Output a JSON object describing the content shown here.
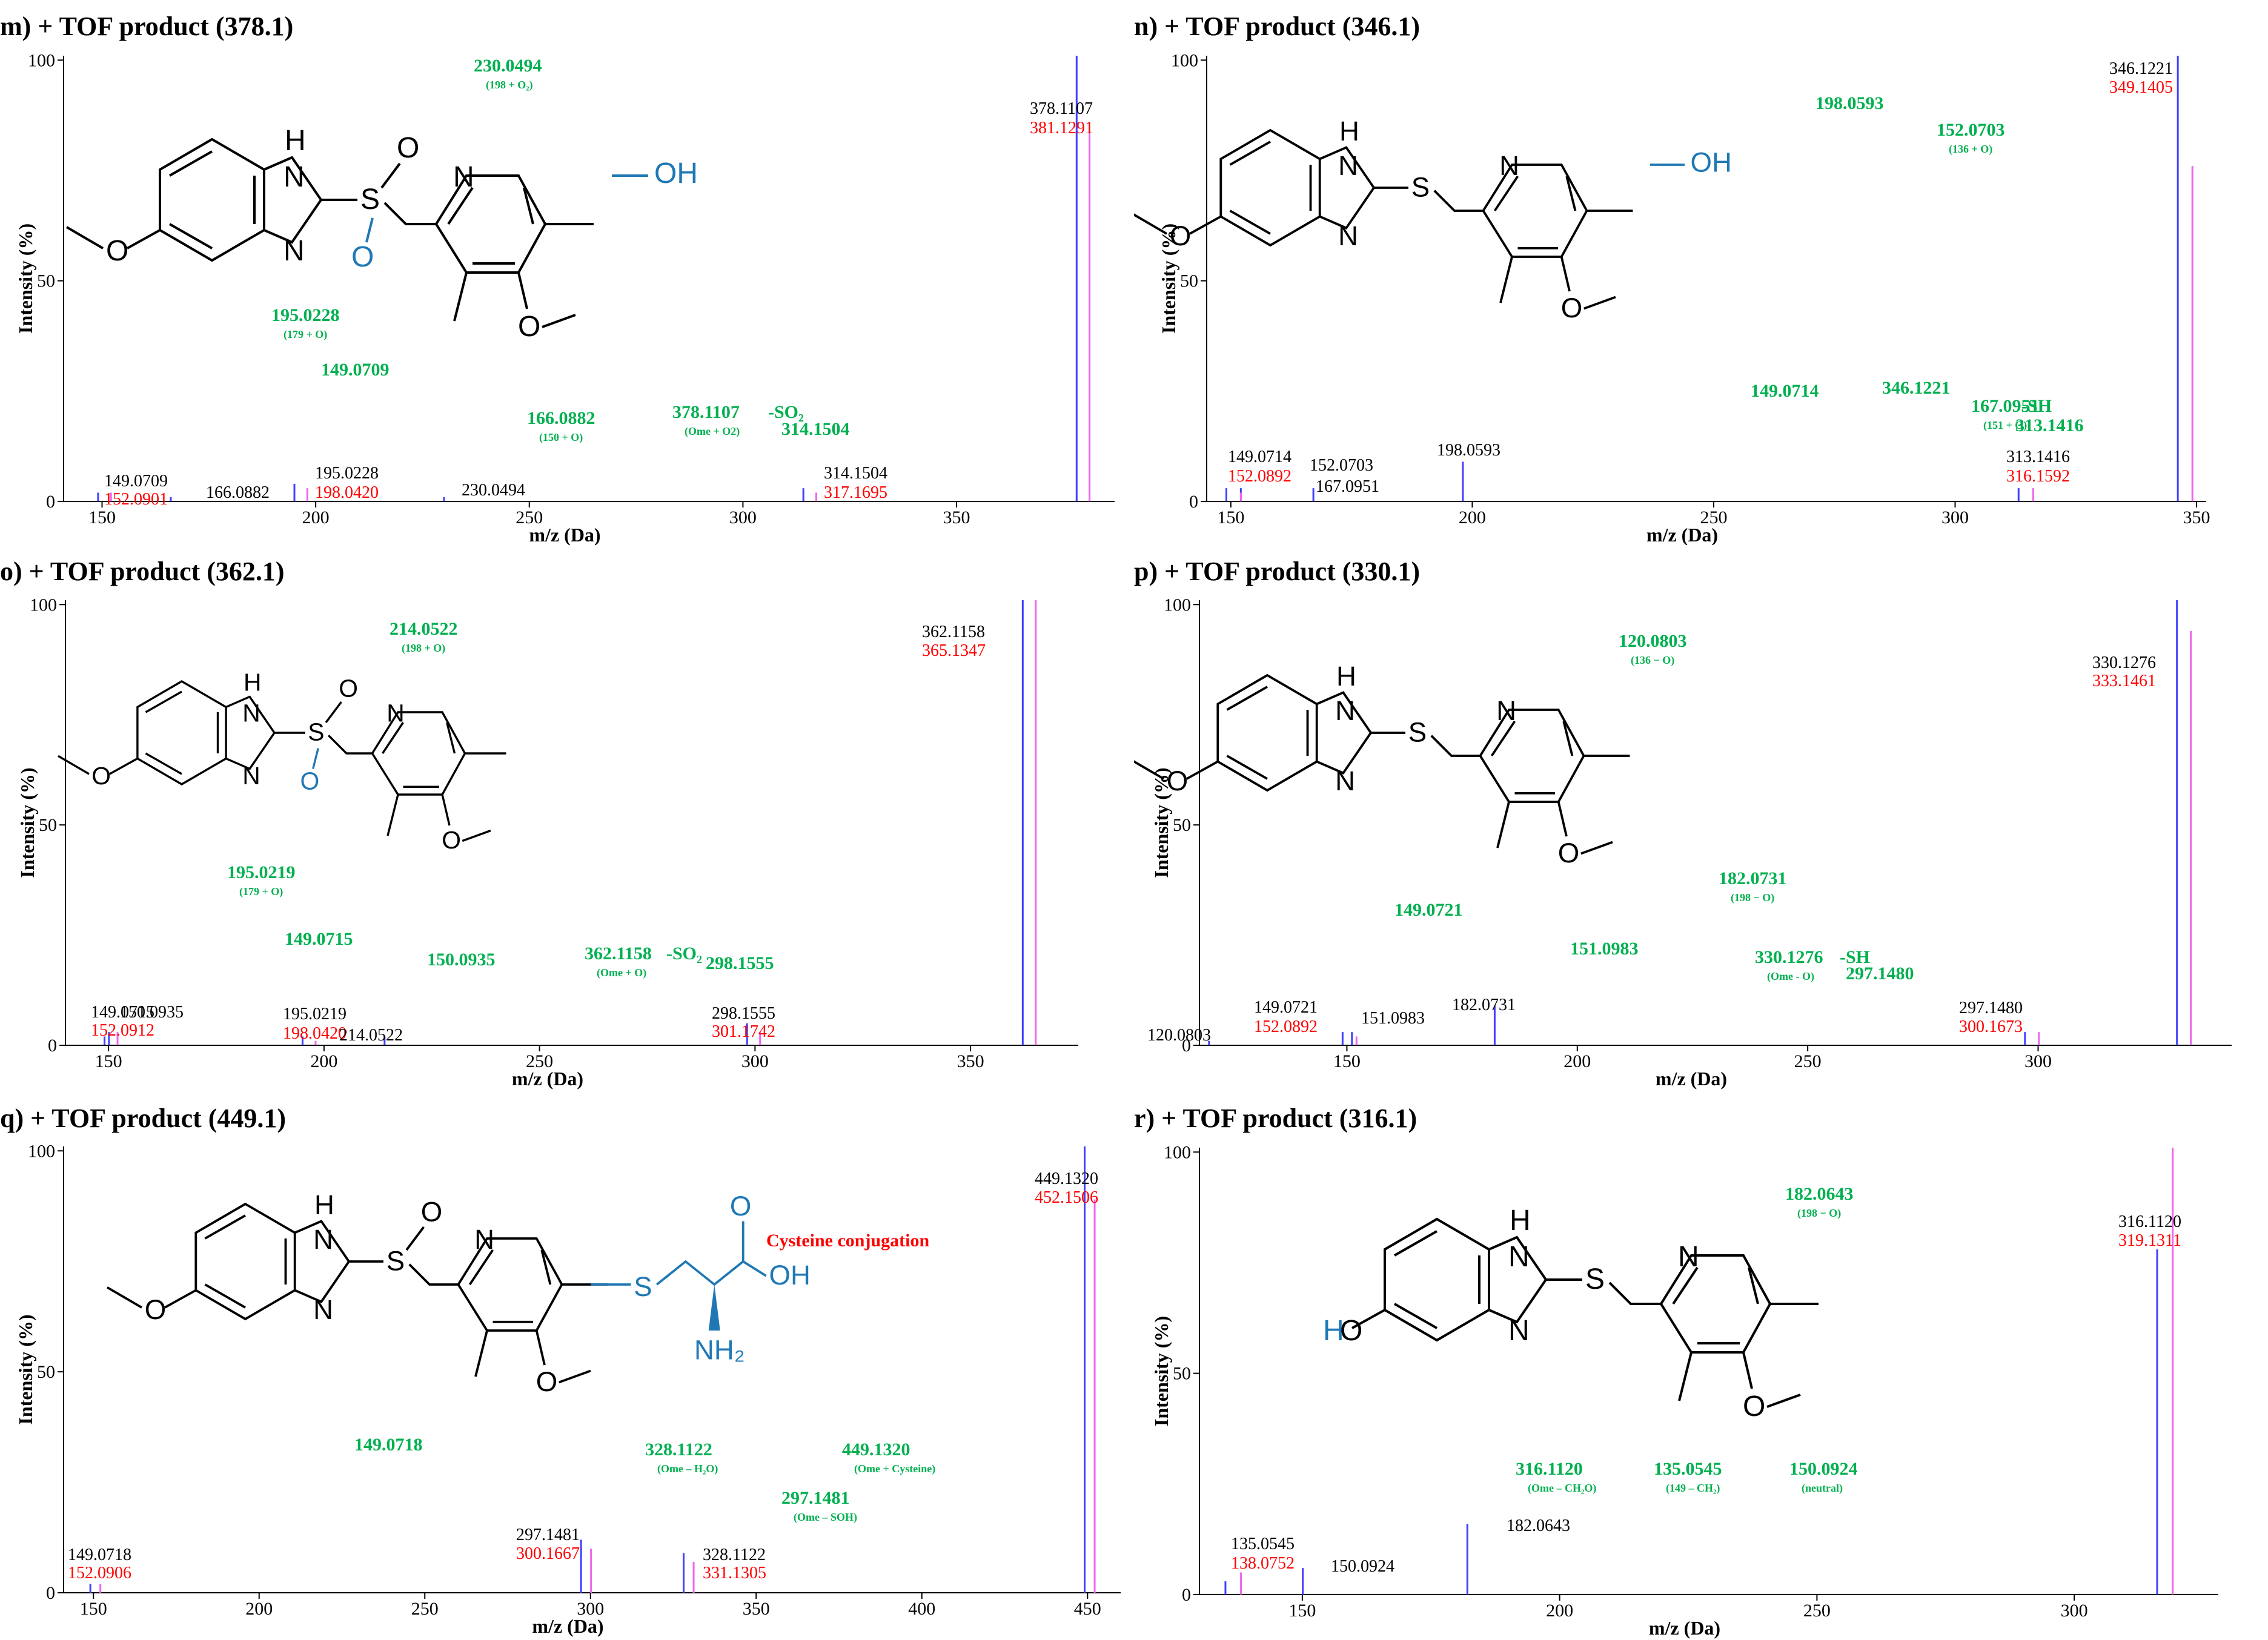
{
  "colors": {
    "blue": "#4040ff",
    "magenta": "#ee66ee",
    "green": "#00b050",
    "red": "#ff0000",
    "molblue": "#1f78b4"
  },
  "chart_data": [
    {
      "id": "m",
      "type": "bar",
      "title": "m) + TOF product (378.1)",
      "xlabel": "m/z (Da)",
      "ylabel": "Intensity (%)",
      "xlim": [
        141,
        387
      ],
      "ylim": [
        0,
        101
      ],
      "xticks": [
        150,
        200,
        250,
        300,
        350
      ],
      "yticks": [
        0,
        50,
        100
      ],
      "series": [
        {
          "values": [
            [
              149.0709,
              2
            ],
            [
              166.0882,
              1
            ],
            [
              195.0228,
              4
            ],
            [
              230.0494,
              1
            ],
            [
              314.1504,
              3
            ],
            [
              378.1107,
              101
            ]
          ]
        },
        {
          "values": [
            [
              152.0901,
              2
            ],
            [
              198.042,
              3
            ],
            [
              317.1695,
              2
            ],
            [
              381.1291,
              84
            ]
          ]
        }
      ],
      "labels": [
        {
          "x": 149.0709,
          "text": "149.0709",
          "color": "black"
        },
        {
          "x": 149.0709,
          "text": "152.0901",
          "color": "red"
        },
        {
          "x": 166.0882,
          "text": "166.0882",
          "color": "black"
        },
        {
          "x": 195.0228,
          "text": "195.0228",
          "color": "black"
        },
        {
          "x": 195.0228,
          "text": "198.0420",
          "color": "red"
        },
        {
          "x": 230.0494,
          "text": "230.0494",
          "color": "black"
        },
        {
          "x": 314.1504,
          "text": "314.1504",
          "color": "black"
        },
        {
          "x": 314.1504,
          "text": "317.1695",
          "color": "red"
        },
        {
          "x": 378.1107,
          "text": "378.1107",
          "color": "black"
        },
        {
          "x": 378.1107,
          "text": "381.1291",
          "color": "red"
        }
      ],
      "annotations": [
        {
          "text": "230.0494",
          "sub": "(198 + O₂)"
        },
        {
          "text": "195.0228",
          "sub": "(179 + O)"
        },
        {
          "text": "149.0709",
          "sub": ""
        },
        {
          "text": "166.0882",
          "sub": "(150 + O)"
        },
        {
          "text": "378.1107",
          "sub": "(Ome + O2)"
        },
        {
          "text": "-SO₂",
          "sub": ""
        },
        {
          "text": "314.1504",
          "sub": ""
        }
      ],
      "molecule": {
        "linker": "SO2",
        "atoms": [
          "H",
          "N",
          "N",
          "S",
          "O",
          "O",
          "N",
          "O",
          "O",
          "OH"
        ]
      }
    },
    {
      "id": "n",
      "type": "bar",
      "title": "n) + TOF product (346.1)",
      "xlabel": "m/z (Da)",
      "ylabel": "Intensity (%)",
      "xlim": [
        145,
        352
      ],
      "ylim": [
        0,
        101
      ],
      "xticks": [
        150,
        200,
        250,
        300,
        350
      ],
      "yticks": [
        0,
        50,
        100
      ],
      "series": [
        {
          "values": [
            [
              149.0714,
              3
            ],
            [
              152.0703,
              3
            ],
            [
              167.0951,
              3
            ],
            [
              198.0593,
              9
            ],
            [
              313.1416,
              3
            ],
            [
              346.1221,
              101
            ]
          ]
        },
        {
          "values": [
            [
              152.0892,
              2
            ],
            [
              316.1592,
              3
            ],
            [
              349.1405,
              76
            ]
          ]
        }
      ],
      "labels": [
        {
          "x": 149.0714,
          "text": "149.0714",
          "color": "black"
        },
        {
          "x": 149.0714,
          "text": "152.0892",
          "color": "red"
        },
        {
          "x": 152.0703,
          "text": "152.0703",
          "color": "black"
        },
        {
          "x": 167.0951,
          "text": "167.0951",
          "color": "black"
        },
        {
          "x": 198.0593,
          "text": "198.0593",
          "color": "black"
        },
        {
          "x": 313.1416,
          "text": "313.1416",
          "color": "black"
        },
        {
          "x": 313.1416,
          "text": "316.1592",
          "color": "red"
        },
        {
          "x": 346.1221,
          "text": "346.1221",
          "color": "black"
        },
        {
          "x": 346.1221,
          "text": "349.1405",
          "color": "red"
        }
      ],
      "annotations": [
        {
          "text": "198.0593",
          "sub": ""
        },
        {
          "text": "152.0703",
          "sub": "(136 + O)"
        },
        {
          "text": "149.0714",
          "sub": ""
        },
        {
          "text": "167.0951",
          "sub": "(151 + O)"
        },
        {
          "text": "346.1221",
          "sub": ""
        },
        {
          "text": "-SH",
          "sub": ""
        },
        {
          "text": "313.1416",
          "sub": ""
        }
      ],
      "molecule": {
        "linker": "S",
        "atoms": [
          "H",
          "N",
          "N",
          "S",
          "N",
          "O",
          "O",
          "OH"
        ]
      }
    },
    {
      "id": "o",
      "type": "bar",
      "title": "o) + TOF product (362.1)",
      "xlabel": "m/z (Da)",
      "ylabel": "Intensity (%)",
      "xlim": [
        140,
        375
      ],
      "ylim": [
        0,
        101
      ],
      "xticks": [
        150,
        200,
        250,
        300,
        350
      ],
      "yticks": [
        0,
        50,
        100
      ],
      "series": [
        {
          "values": [
            [
              149.0715,
              2
            ],
            [
              150.0935,
              3
            ],
            [
              195.0219,
              2
            ],
            [
              214.0522,
              2
            ],
            [
              298.1555,
              5
            ],
            [
              362.1158,
              101
            ]
          ]
        },
        {
          "values": [
            [
              152.0912,
              3
            ],
            [
              198.042,
              1
            ],
            [
              301.1742,
              3
            ],
            [
              365.1347,
              101
            ]
          ]
        }
      ],
      "labels": [
        {
          "x": 149.0715,
          "text": "149.0715",
          "color": "black"
        },
        {
          "x": 149.0715,
          "text": "152.0912",
          "color": "red"
        },
        {
          "x": 150.0935,
          "text": "150.0935",
          "color": "black"
        },
        {
          "x": 195.0219,
          "text": "195.0219",
          "color": "black"
        },
        {
          "x": 195.0219,
          "text": "198.0420",
          "color": "red"
        },
        {
          "x": 214.0522,
          "text": "214.0522",
          "color": "black"
        },
        {
          "x": 298.1555,
          "text": "298.1555",
          "color": "black"
        },
        {
          "x": 298.1555,
          "text": "301.1742",
          "color": "red"
        },
        {
          "x": 362.1158,
          "text": "362.1158",
          "color": "black"
        },
        {
          "x": 362.1158,
          "text": "365.1347",
          "color": "red"
        }
      ],
      "annotations": [
        {
          "text": "214.0522",
          "sub": "(198 + O)"
        },
        {
          "text": "195.0219",
          "sub": "(179 + O)"
        },
        {
          "text": "149.0715",
          "sub": ""
        },
        {
          "text": "150.0935",
          "sub": ""
        },
        {
          "text": "362.1158",
          "sub": "(Ome + O)"
        },
        {
          "text": "-SO₂",
          "sub": ""
        },
        {
          "text": "298.1555",
          "sub": ""
        }
      ],
      "molecule": {
        "linker": "SO2",
        "atoms": [
          "H",
          "N",
          "N",
          "S",
          "O",
          "O",
          "N",
          "O"
        ]
      }
    },
    {
      "id": "p",
      "type": "bar",
      "title": "p) + TOF product (330.1)",
      "xlabel": "m/z (Da)",
      "ylabel": "Intensity (%)",
      "xlim": [
        118,
        342
      ],
      "ylim": [
        0,
        101
      ],
      "xticks": [
        150,
        200,
        250,
        300
      ],
      "yticks": [
        0,
        50,
        100
      ],
      "series": [
        {
          "values": [
            [
              120.0803,
              1
            ],
            [
              149.0721,
              3
            ],
            [
              151.0983,
              3
            ],
            [
              182.0731,
              9
            ],
            [
              297.148,
              3
            ],
            [
              330.1276,
              101
            ]
          ]
        },
        {
          "values": [
            [
              152.0892,
              2
            ],
            [
              300.1673,
              3
            ],
            [
              333.1461,
              94
            ]
          ]
        }
      ],
      "labels": [
        {
          "x": 120.0803,
          "text": "120.0803",
          "color": "black"
        },
        {
          "x": 149.0721,
          "text": "149.0721",
          "color": "black"
        },
        {
          "x": 149.0721,
          "text": "152.0892",
          "color": "red"
        },
        {
          "x": 151.0983,
          "text": "151.0983",
          "color": "black"
        },
        {
          "x": 182.0731,
          "text": "182.0731",
          "color": "black"
        },
        {
          "x": 297.148,
          "text": "297.1480",
          "color": "black"
        },
        {
          "x": 297.148,
          "text": "300.1673",
          "color": "red"
        },
        {
          "x": 330.1276,
          "text": "330.1276",
          "color": "black"
        },
        {
          "x": 330.1276,
          "text": "333.1461",
          "color": "red"
        }
      ],
      "annotations": [
        {
          "text": "120.0803",
          "sub": "(136 − O)"
        },
        {
          "text": "149.0721",
          "sub": ""
        },
        {
          "text": "182.0731",
          "sub": "(198 − O)"
        },
        {
          "text": "151.0983",
          "sub": ""
        },
        {
          "text": "330.1276",
          "sub": "(Ome - O)"
        },
        {
          "text": "-SH",
          "sub": ""
        },
        {
          "text": "297.1480",
          "sub": ""
        }
      ],
      "molecule": {
        "linker": "S",
        "atoms": [
          "H",
          "N",
          "N",
          "S",
          "N",
          "O",
          "O"
        ]
      }
    },
    {
      "id": "q",
      "type": "bar",
      "title": "q) + TOF product (449.1)",
      "xlabel": "m/z (Da)",
      "ylabel": "Intensity (%)",
      "xlim": [
        141,
        460
      ],
      "ylim": [
        0,
        101
      ],
      "xticks": [
        150,
        200,
        250,
        300,
        350,
        400,
        450
      ],
      "yticks": [
        0,
        50,
        100
      ],
      "series": [
        {
          "values": [
            [
              149.0718,
              2
            ],
            [
              297.1481,
              12
            ],
            [
              328.1122,
              9
            ],
            [
              449.132,
              101
            ]
          ]
        },
        {
          "values": [
            [
              152.0906,
              2
            ],
            [
              300.1667,
              10
            ],
            [
              331.1305,
              7
            ],
            [
              452.1506,
              89
            ]
          ]
        }
      ],
      "labels": [
        {
          "x": 149.0718,
          "text": "149.0718",
          "color": "black"
        },
        {
          "x": 149.0718,
          "text": "152.0906",
          "color": "red"
        },
        {
          "x": 297.1481,
          "text": "297.1481",
          "color": "black"
        },
        {
          "x": 297.1481,
          "text": "300.1667",
          "color": "red"
        },
        {
          "x": 328.1122,
          "text": "328.1122",
          "color": "black"
        },
        {
          "x": 328.1122,
          "text": "331.1305",
          "color": "red"
        },
        {
          "x": 449.132,
          "text": "449.1320",
          "color": "black"
        },
        {
          "x": 449.132,
          "text": "452.1506",
          "color": "red"
        }
      ],
      "annotations": [
        {
          "text": "149.0718",
          "sub": ""
        },
        {
          "text": "328.1122",
          "sub": "(Ome – H₂O)"
        },
        {
          "text": "297.1481",
          "sub": "(Ome – SOH)"
        },
        {
          "text": "449.1320",
          "sub": "(Ome + Cysteine)"
        },
        {
          "text": "Cysteine conjugation",
          "sub": ""
        }
      ],
      "molecule": {
        "linker": "SO",
        "atoms": [
          "H",
          "N",
          "N",
          "S",
          "O",
          "N",
          "O",
          "S",
          "O",
          "OH",
          "NH₂"
        ]
      }
    },
    {
      "id": "r",
      "type": "bar",
      "title": "r) + TOF product (316.1)",
      "xlabel": "m/z (Da)",
      "ylabel": "Intensity (%)",
      "xlim": [
        130,
        328
      ],
      "ylim": [
        0,
        101
      ],
      "xticks": [
        150,
        200,
        250,
        300
      ],
      "yticks": [
        0,
        50,
        100
      ],
      "series": [
        {
          "values": [
            [
              135.0545,
              3
            ],
            [
              150.0924,
              6
            ],
            [
              182.0643,
              16
            ],
            [
              316.112,
              78
            ]
          ]
        },
        {
          "values": [
            [
              138.0752,
              5
            ],
            [
              319.1311,
              101
            ]
          ]
        }
      ],
      "labels": [
        {
          "x": 135.0545,
          "text": "135.0545",
          "color": "black"
        },
        {
          "x": 135.0545,
          "text": "138.0752",
          "color": "red"
        },
        {
          "x": 150.0924,
          "text": "150.0924",
          "color": "black"
        },
        {
          "x": 182.0643,
          "text": "182.0643",
          "color": "black"
        },
        {
          "x": 316.112,
          "text": "316.1120",
          "color": "black"
        },
        {
          "x": 316.112,
          "text": "319.1311",
          "color": "red"
        }
      ],
      "annotations": [
        {
          "text": "182.0643",
          "sub": "(198 − O)"
        },
        {
          "text": "316.1120",
          "sub": "(Ome – CH₂O)"
        },
        {
          "text": "135.0545",
          "sub": "(149 – CH₂)"
        },
        {
          "text": "150.0924",
          "sub": "(neutral)"
        }
      ],
      "molecule": {
        "linker": "S",
        "atoms": [
          "H",
          "N",
          "N",
          "H",
          "O",
          "S",
          "N",
          "O"
        ]
      }
    }
  ]
}
